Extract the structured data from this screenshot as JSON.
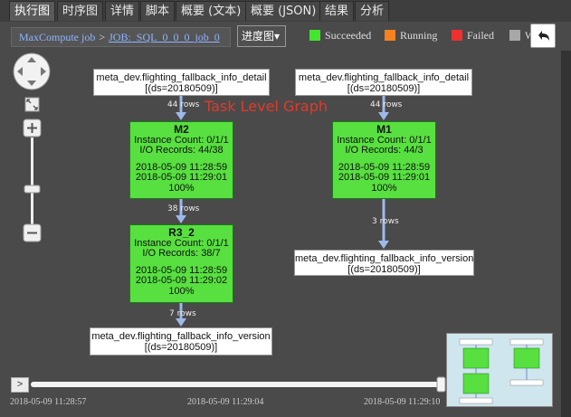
{
  "tabs": [
    {
      "label": "执行图",
      "active": true
    },
    {
      "label": "时序图",
      "active": false
    },
    {
      "label": "详情",
      "active": false
    },
    {
      "label": "脚本",
      "active": false
    },
    {
      "label": "概要 (文本)",
      "active": false
    },
    {
      "label": "概要 (JSON)",
      "active": false
    },
    {
      "label": "结果",
      "active": false
    },
    {
      "label": "分析",
      "active": false
    }
  ],
  "breadcrumb": {
    "root": "MaxCompute job",
    "sep": ">",
    "job": "JOB:_SQL_0_0_0_job_0"
  },
  "view_select": {
    "value": "进度图",
    "arrow": "▾"
  },
  "legend": [
    {
      "label": "Succeeded",
      "color": "#43e52f"
    },
    {
      "label": "Running",
      "color": "#f5821f"
    },
    {
      "label": "Failed",
      "color": "#ee3030"
    },
    {
      "label": "W",
      "color": "#a8a8a8"
    }
  ],
  "graph_title": "Task Level Graph",
  "tables": {
    "src1": {
      "name": "meta_dev.flighting_fallback_info_detail",
      "part": "[(ds=20180509)]"
    },
    "src2": {
      "name": "meta_dev.flighting_fallback_info_detail",
      "part": "[(ds=20180509)]"
    },
    "out1": {
      "name": "meta_dev.flighting_fallback_info_version",
      "part": "[(ds=20180509)]"
    },
    "out2": {
      "name": "meta_dev.flighting_fallback_info_version",
      "part": "[(ds=20180509)]"
    }
  },
  "tasks": {
    "m2": {
      "name": "M2",
      "instance": "Instance Count: 0/1/1",
      "io": "I/O Records: 44/38",
      "start": "2018-05-09 11:28:59",
      "end": "2018-05-09 11:29:01",
      "progress": "100%"
    },
    "r3": {
      "name": "R3_2",
      "instance": "Instance Count: 0/1/1",
      "io": "I/O Records: 38/7",
      "start": "2018-05-09 11:28:59",
      "end": "2018-05-09 11:29:02",
      "progress": "100%"
    },
    "m1": {
      "name": "M1",
      "instance": "Instance Count: 0/1/1",
      "io": "I/O Records: 44/3",
      "start": "2018-05-09 11:28:59",
      "end": "2018-05-09 11:29:01",
      "progress": "100%"
    }
  },
  "edges": {
    "e1": "44 rows",
    "e2": "38 rows",
    "e3": "7 rows",
    "e4": "44 rows",
    "e5": "3 rows"
  },
  "timeline": {
    "play": ">",
    "t_start": "2018-05-09 11:28:57",
    "t_mid": "2018-05-09 11:29:04",
    "t_end": "2018-05-09 11:29:10"
  },
  "colors": {
    "succeeded": "#57e03f",
    "edge": "#9fb8ea",
    "title_red": "#e03a2a"
  }
}
